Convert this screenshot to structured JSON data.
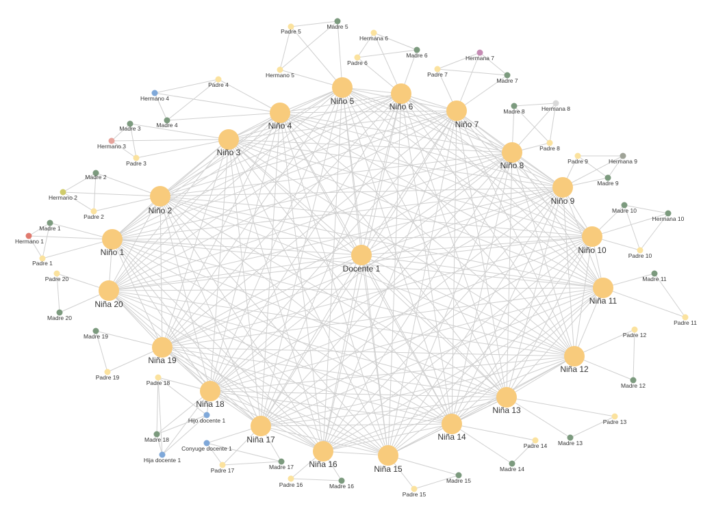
{
  "colors": {
    "main": "#F8CB7C",
    "padre": "#FBE29E",
    "madre": "#7C9A7E",
    "hermano1": "#E07A6E",
    "hermano2": "#CFCB6A",
    "hermano3": "#E6A49C",
    "hermano4": "#7FA8D9",
    "hermana7": "#C58BB4",
    "hermana8": "#D9D9D9",
    "hermana9": "#9FA397",
    "family_docente": "#7FA8D9",
    "edge": "#cfcfcf"
  },
  "hub": {
    "id": "D1",
    "label": "Docente 1"
  },
  "children": [
    {
      "id": "N1",
      "label": "Niño 1"
    },
    {
      "id": "N2",
      "label": "Niño 2"
    },
    {
      "id": "N3",
      "label": "Niño 3"
    },
    {
      "id": "N4",
      "label": "Niño 4"
    },
    {
      "id": "N5",
      "label": "Niño 5"
    },
    {
      "id": "N6",
      "label": "Niño 6"
    },
    {
      "id": "N7",
      "label": "Niño 7"
    },
    {
      "id": "N8",
      "label": "Niño 8"
    },
    {
      "id": "N9",
      "label": "Niño 9"
    },
    {
      "id": "N10",
      "label": "Niño 10"
    },
    {
      "id": "N11",
      "label": "Niña 11"
    },
    {
      "id": "N12",
      "label": "Niña 12"
    },
    {
      "id": "N13",
      "label": "Niña 13"
    },
    {
      "id": "N14",
      "label": "Niña 14"
    },
    {
      "id": "N15",
      "label": "Niña 15"
    },
    {
      "id": "N16",
      "label": "Niña 16"
    },
    {
      "id": "N17",
      "label": "Niña 17"
    },
    {
      "id": "N18",
      "label": "Niña 18"
    },
    {
      "id": "N19",
      "label": "Niña 19"
    },
    {
      "id": "N20",
      "label": "Niña 20"
    }
  ],
  "relatives": [
    {
      "id": "P1",
      "label": "Padre 1",
      "kind": "padre",
      "child": "N1"
    },
    {
      "id": "M1",
      "label": "Madre 1",
      "kind": "madre",
      "child": "N1"
    },
    {
      "id": "H1",
      "label": "Hermano 1",
      "kind": "hermano1",
      "child": "N1"
    },
    {
      "id": "P2",
      "label": "Padre 2",
      "kind": "padre",
      "child": "N2"
    },
    {
      "id": "M2",
      "label": "Madre 2",
      "kind": "madre",
      "child": "N2"
    },
    {
      "id": "H2",
      "label": "Hermano 2",
      "kind": "hermano2",
      "child": "N2"
    },
    {
      "id": "P3",
      "label": "Padre 3",
      "kind": "padre",
      "child": "N3"
    },
    {
      "id": "M3",
      "label": "Madre 3",
      "kind": "madre",
      "child": "N3"
    },
    {
      "id": "H3",
      "label": "Hermano 3",
      "kind": "hermano3",
      "child": "N3"
    },
    {
      "id": "P4",
      "label": "Padre 4",
      "kind": "padre",
      "child": "N4"
    },
    {
      "id": "M4",
      "label": "Madre 4",
      "kind": "madre",
      "child": "N4"
    },
    {
      "id": "H4",
      "label": "Hermano 4",
      "kind": "hermano4",
      "child": "N4"
    },
    {
      "id": "P5",
      "label": "Padre 5",
      "kind": "padre",
      "child": "N5"
    },
    {
      "id": "M5",
      "label": "Madre 5",
      "kind": "madre",
      "child": "N5"
    },
    {
      "id": "H5",
      "label": "Hermano 5",
      "kind": "padre",
      "child": "N5"
    },
    {
      "id": "P6",
      "label": "Padre 6",
      "kind": "padre",
      "child": "N6"
    },
    {
      "id": "M6",
      "label": "Madre 6",
      "kind": "madre",
      "child": "N6"
    },
    {
      "id": "H6",
      "label": "Hermana 6",
      "kind": "padre",
      "child": "N6"
    },
    {
      "id": "P7",
      "label": "Padre 7",
      "kind": "padre",
      "child": "N7"
    },
    {
      "id": "M7",
      "label": "Madre 7",
      "kind": "madre",
      "child": "N7"
    },
    {
      "id": "H7",
      "label": "Hermana 7",
      "kind": "hermana7",
      "child": "N7"
    },
    {
      "id": "P8",
      "label": "Padre 8",
      "kind": "padre",
      "child": "N8"
    },
    {
      "id": "M8",
      "label": "Madre 8",
      "kind": "madre",
      "child": "N8"
    },
    {
      "id": "H8",
      "label": "Hermana 8",
      "kind": "hermana8",
      "child": "N8"
    },
    {
      "id": "P9",
      "label": "Padre 9",
      "kind": "padre",
      "child": "N9"
    },
    {
      "id": "M9",
      "label": "Madre 9",
      "kind": "madre",
      "child": "N9"
    },
    {
      "id": "H9",
      "label": "Hermana 9",
      "kind": "hermana9",
      "child": "N9"
    },
    {
      "id": "P10",
      "label": "Padre 10",
      "kind": "padre",
      "child": "N10"
    },
    {
      "id": "M10",
      "label": "Madre 10",
      "kind": "madre",
      "child": "N10"
    },
    {
      "id": "H10",
      "label": "Hermana 10",
      "kind": "madre",
      "child": "N10"
    },
    {
      "id": "P11",
      "label": "Padre 11",
      "kind": "padre",
      "child": "N11"
    },
    {
      "id": "M11",
      "label": "Madre 11",
      "kind": "madre",
      "child": "N11"
    },
    {
      "id": "P12",
      "label": "Padre 12",
      "kind": "padre",
      "child": "N12"
    },
    {
      "id": "M12",
      "label": "Madre 12",
      "kind": "madre",
      "child": "N12"
    },
    {
      "id": "P13",
      "label": "Padre 13",
      "kind": "padre",
      "child": "N13"
    },
    {
      "id": "M13",
      "label": "Madre 13",
      "kind": "madre",
      "child": "N13"
    },
    {
      "id": "P14",
      "label": "Padre 14",
      "kind": "padre",
      "child": "N14"
    },
    {
      "id": "M14",
      "label": "Madre 14",
      "kind": "madre",
      "child": "N14"
    },
    {
      "id": "P15",
      "label": "Padre 15",
      "kind": "padre",
      "child": "N15"
    },
    {
      "id": "M15",
      "label": "Madre 15",
      "kind": "madre",
      "child": "N15"
    },
    {
      "id": "P16",
      "label": "Padre 16",
      "kind": "padre",
      "child": "N16"
    },
    {
      "id": "M16",
      "label": "Madre 16",
      "kind": "madre",
      "child": "N16"
    },
    {
      "id": "P17",
      "label": "Padre 17",
      "kind": "padre",
      "child": "N17"
    },
    {
      "id": "M17",
      "label": "Madre 17",
      "kind": "madre",
      "child": "N17"
    },
    {
      "id": "P18",
      "label": "Padre 18",
      "kind": "padre",
      "child": "N18"
    },
    {
      "id": "M18",
      "label": "Madre 18",
      "kind": "madre",
      "child": "N18"
    },
    {
      "id": "P19",
      "label": "Padre 19",
      "kind": "padre",
      "child": "N19"
    },
    {
      "id": "M19",
      "label": "Madre 19",
      "kind": "madre",
      "child": "N19"
    },
    {
      "id": "P20",
      "label": "Padre 20",
      "kind": "padre",
      "child": "N20"
    },
    {
      "id": "M20",
      "label": "Madre 20",
      "kind": "madre",
      "child": "N20"
    },
    {
      "id": "HD1",
      "label": "Hijo docente 1",
      "kind": "family_docente",
      "child": "N18"
    },
    {
      "id": "JD1",
      "label": "Hija docente 1",
      "kind": "family_docente",
      "child": "N18"
    },
    {
      "id": "CD1",
      "label": "Conyuge docente 1",
      "kind": "family_docente",
      "child": "N17"
    }
  ]
}
